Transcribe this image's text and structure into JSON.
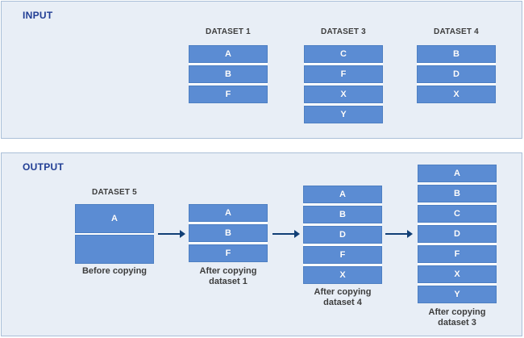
{
  "input": {
    "title": "INPUT",
    "datasets": [
      {
        "label": "DATASET 1",
        "items": [
          "A",
          "B",
          "F"
        ]
      },
      {
        "label": "DATASET 3",
        "items": [
          "C",
          "F",
          "X",
          "Y"
        ]
      },
      {
        "label": "DATASET 4",
        "items": [
          "B",
          "D",
          "X"
        ]
      }
    ]
  },
  "output": {
    "title": "OUTPUT",
    "dataset_label": "DATASET 5",
    "stages": [
      {
        "caption_lines": [
          "Before copying"
        ],
        "items": [
          "A",
          ""
        ]
      },
      {
        "caption_lines": [
          "After copying",
          "dataset 1"
        ],
        "items": [
          "A",
          "B",
          "F"
        ]
      },
      {
        "caption_lines": [
          "After copying",
          "dataset 4"
        ],
        "items": [
          "A",
          "B",
          "D",
          "F",
          "X"
        ]
      },
      {
        "caption_lines": [
          "After copying",
          "dataset 3"
        ],
        "items": [
          "A",
          "B",
          "C",
          "D",
          "F",
          "X",
          "Y"
        ]
      }
    ]
  },
  "colors": {
    "box_fill": "#5b8cd3",
    "box_border": "#4d7fc2",
    "panel_fill": "#e8eef6",
    "panel_border": "#aabfd8",
    "section_title_text": "#203d94",
    "label_text": "#3d3d3d",
    "arrow": "#113f76",
    "gap_between_boxes": "#ffffff"
  }
}
